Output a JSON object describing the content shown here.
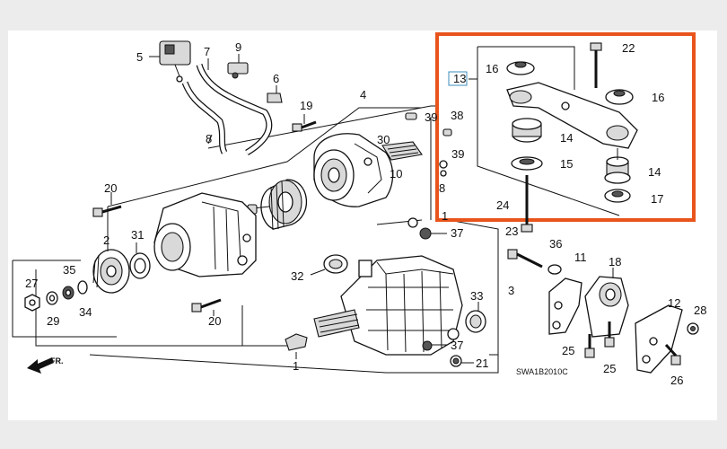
{
  "diagram": {
    "code": "SWA1B2010C",
    "direction": "FR.",
    "highlight_color": "#e8541c",
    "callouts": {
      "c1a": "1",
      "c1b": "1",
      "c2": "2",
      "c3": "3",
      "c4": "4",
      "c5": "5",
      "c6": "6",
      "c7": "7",
      "c8a": "8",
      "c8b": "8",
      "c9": "9",
      "c10": "10",
      "c11": "11",
      "c12": "12",
      "c13": "13",
      "c14a": "14",
      "c14b": "14",
      "c15": "15",
      "c16a": "16",
      "c16b": "16",
      "c17": "17",
      "c18": "18",
      "c19": "19",
      "c20a": "20",
      "c20b": "20",
      "c21": "21",
      "c22": "22",
      "c23": "23",
      "c24": "24",
      "c25a": "25",
      "c25b": "25",
      "c26": "26",
      "c27": "27",
      "c28": "28",
      "c29": "29",
      "c30": "30",
      "c31": "31",
      "c32": "32",
      "c33": "33",
      "c34": "34",
      "c35": "35",
      "c36": "36",
      "c37a": "37",
      "c37b": "37",
      "c38": "38",
      "c39a": "39",
      "c39b": "39"
    }
  }
}
